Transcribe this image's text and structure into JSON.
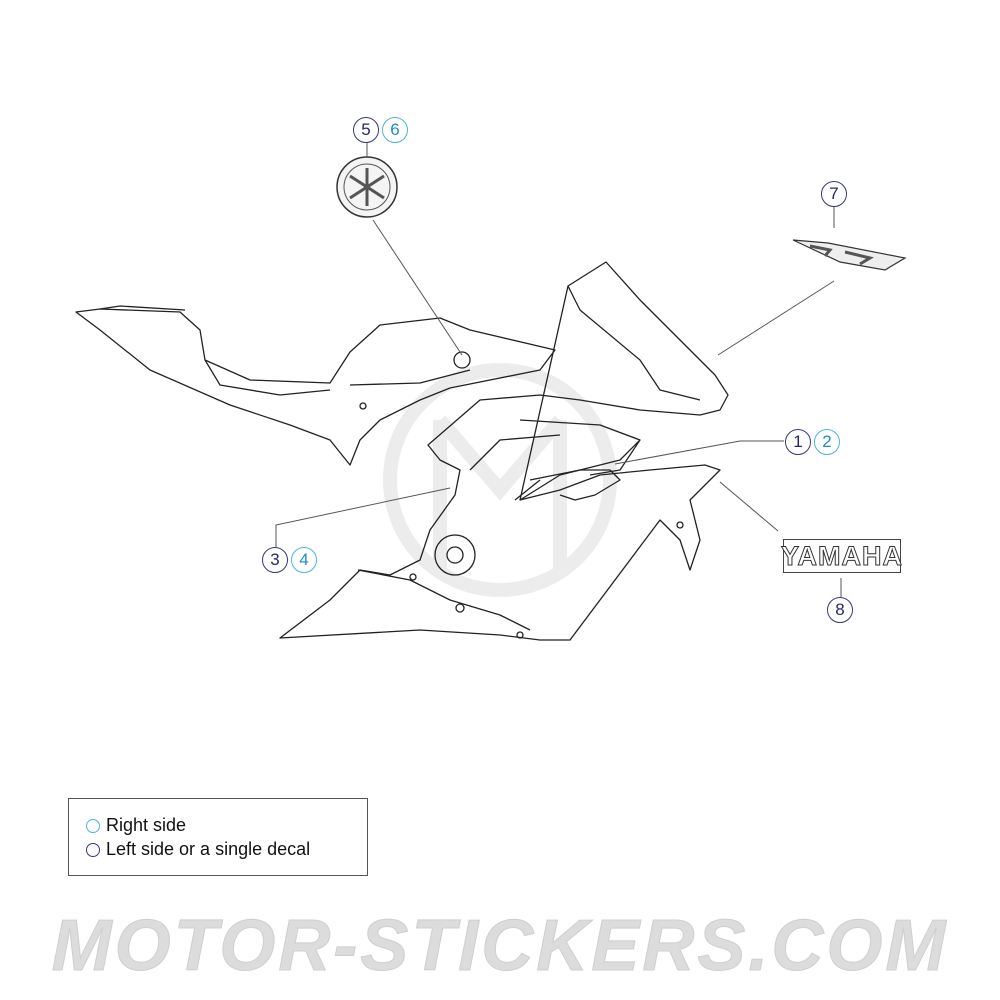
{
  "callouts": {
    "c1": "1",
    "c2": "2",
    "c3": "3",
    "c4": "4",
    "c5": "5",
    "c6": "6",
    "c7": "7",
    "c8": "8"
  },
  "decals": {
    "yamaha_text": "YAMAHA"
  },
  "legend": {
    "right_label": "Right side",
    "left_label": "Left side or a single decal"
  },
  "colors": {
    "right_side": "#4cb3e0",
    "left_side": "#3a3580"
  },
  "watermark": "MOTOR-STICKERS.COM"
}
